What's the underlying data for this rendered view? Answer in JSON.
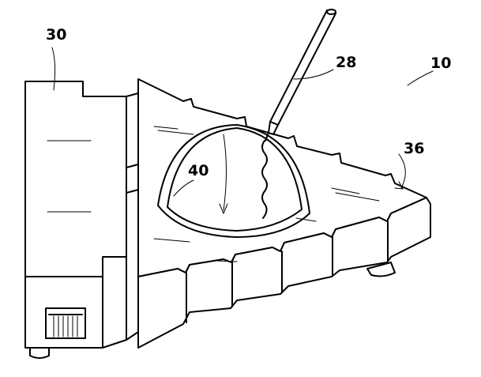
{
  "figure": {
    "references": [
      {
        "id": "30"
      },
      {
        "id": "28"
      },
      {
        "id": "10"
      },
      {
        "id": "36"
      },
      {
        "id": "40"
      }
    ]
  }
}
